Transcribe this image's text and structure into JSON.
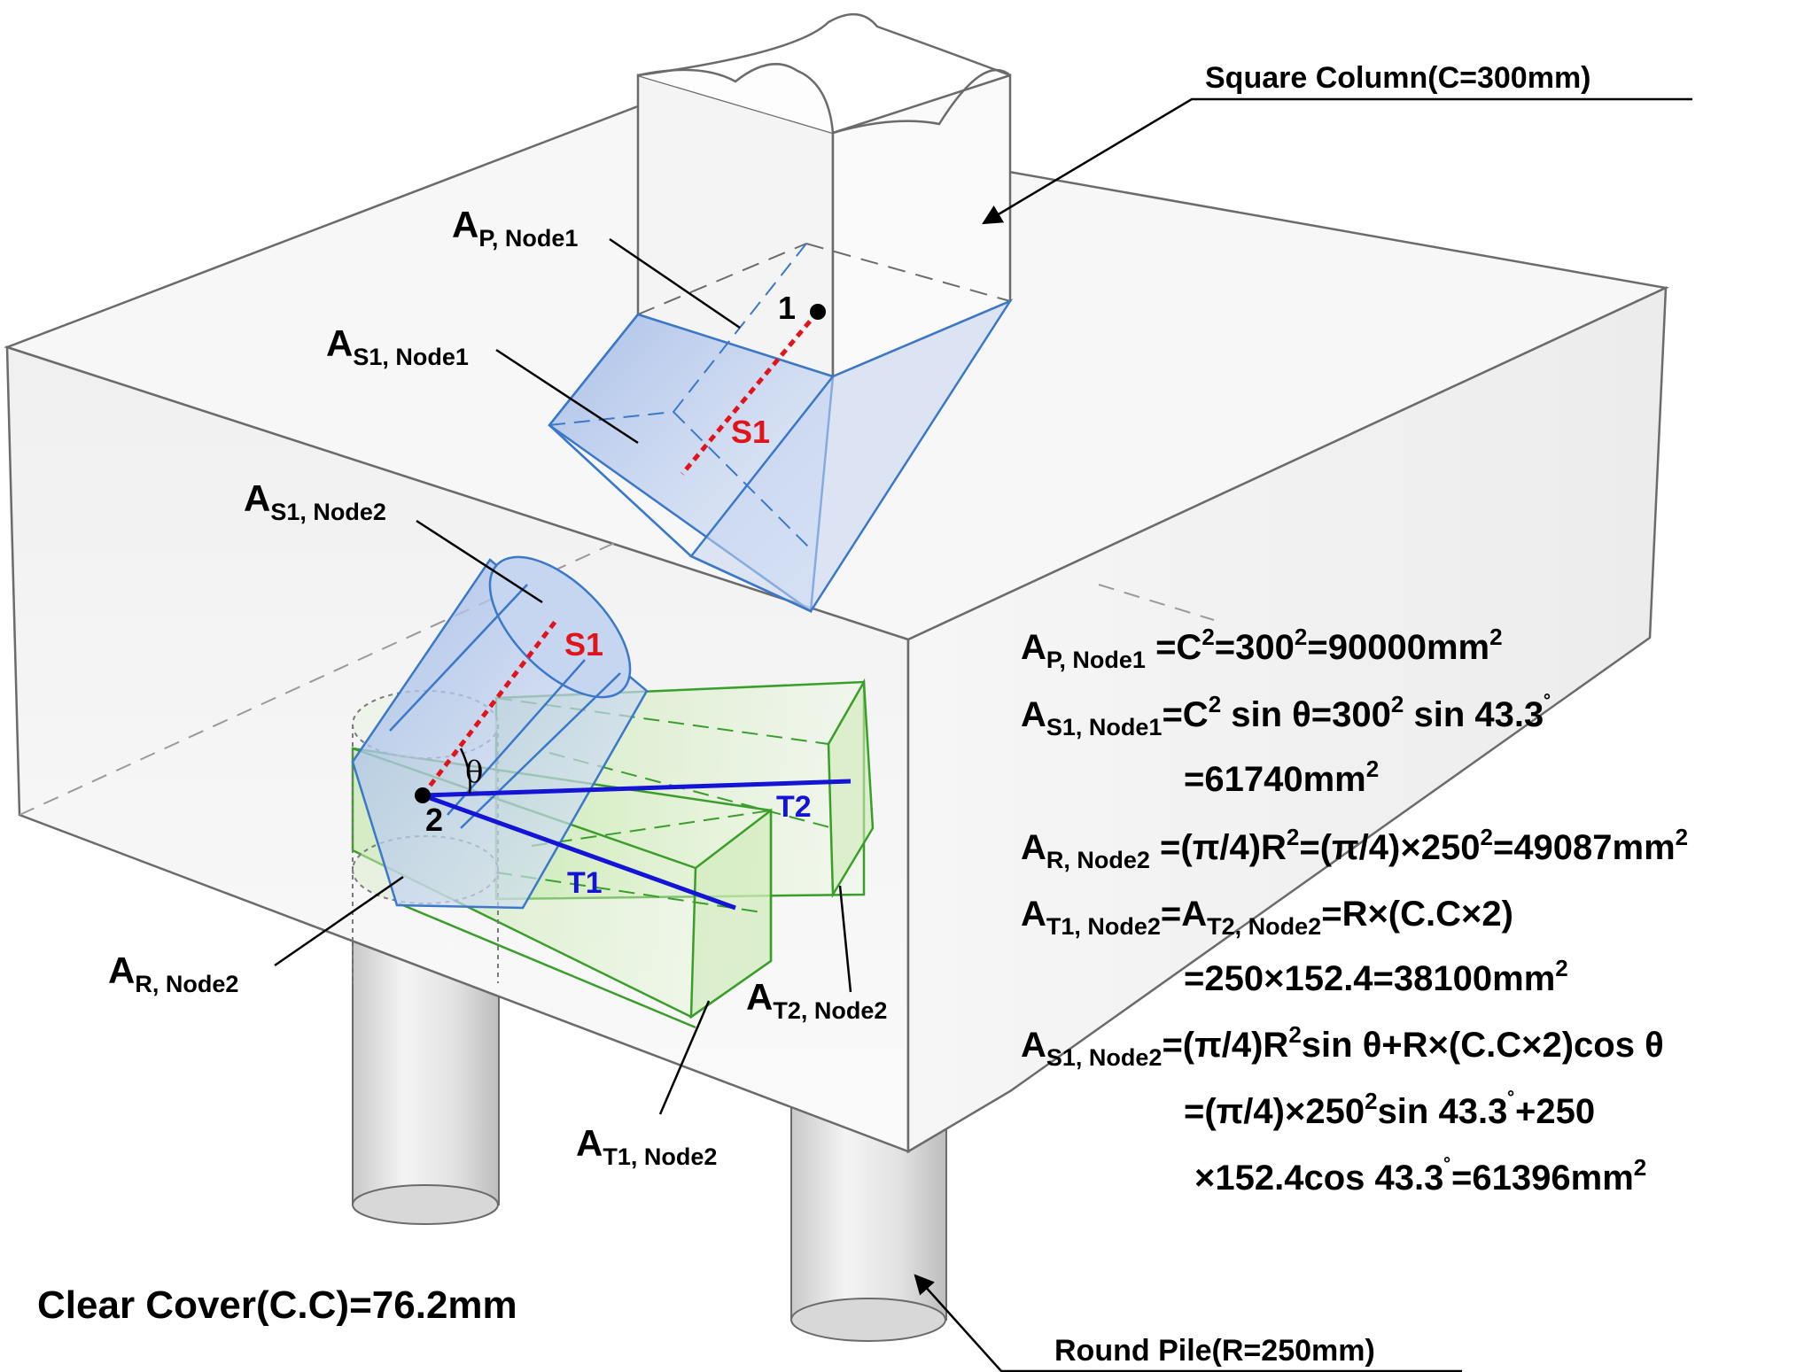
{
  "labels": {
    "column_callout": "Square Column(C=300mm)",
    "pile_callout": "Round Pile(R=250mm)",
    "clear_cover": "Clear Cover(C.C)=76.2mm",
    "ap_node1": {
      "main": "A",
      "sub": "P, Node1"
    },
    "as1_node1": {
      "main": "A",
      "sub": "S1, Node1"
    },
    "as1_node2": {
      "main": "A",
      "sub": "S1, Node2"
    },
    "ar_node2": {
      "main": "A",
      "sub": "R, Node2"
    },
    "at1_node2": {
      "main": "A",
      "sub": "T1, Node2"
    },
    "at2_node2": {
      "main": "A",
      "sub": "T2, Node2"
    },
    "node1": "1",
    "node2": "2",
    "strut_s1_upper": "S1",
    "strut_s1_lower": "S1",
    "tie_t1": "T1",
    "tie_t2": "T2",
    "theta": "θ"
  },
  "equations": {
    "ap": {
      "lhs": "A",
      "lhs_sub": "P, Node1",
      "p1": " =C",
      "s1": "2",
      "p2": "=300",
      "s2": "2",
      "p3": "=90000mm",
      "s3": "2"
    },
    "as1n1_line1": {
      "lhs": "A",
      "lhs_sub": "S1, Node1",
      "p1": "=C",
      "s1": "2",
      "p2": " sin θ=300",
      "s2": "2",
      "p3": " sin 43.3",
      "s3": "˚"
    },
    "as1n1_line2": {
      "p1": "=61740mm",
      "s1": "2"
    },
    "ar": {
      "lhs": "A",
      "lhs_sub": "R, Node2",
      "p1": " =(π/4)R",
      "s1": "2",
      "p2": "=(π/4)×250",
      "s2": "2",
      "p3": "=49087mm",
      "s3": "2"
    },
    "at_line1": {
      "lhs": "A",
      "lhs_sub": "T1, Node2",
      "p1": "=A",
      "s1": "T2, Node2",
      "p2": "=R×(C.C×2)"
    },
    "at_line2": {
      "p1": "=250×152.4=38100mm",
      "s1": "2"
    },
    "as1n2_line1": {
      "lhs": "A",
      "lhs_sub": "S1, Node2",
      "p1": "=(π/4)R",
      "s1": "2",
      "p2": "sin θ+R×(C.C×2)cos θ"
    },
    "as1n2_line2": {
      "p1": "=(π/4)×250",
      "s1": "2",
      "p2": "sin 43.3",
      "s2": "˚",
      "p3": "+250"
    },
    "as1n2_line3": {
      "p1": "×152.4cos 43.3",
      "s1": "˚",
      "p2": "=61396mm",
      "s2": "2"
    }
  },
  "colors": {
    "strut": "#e0141b",
    "tie": "#1414d6",
    "strut_zone_stroke": "#3b78c9",
    "tie_zone_stroke": "#3a9e2a",
    "outline": "#6b6b6b"
  }
}
